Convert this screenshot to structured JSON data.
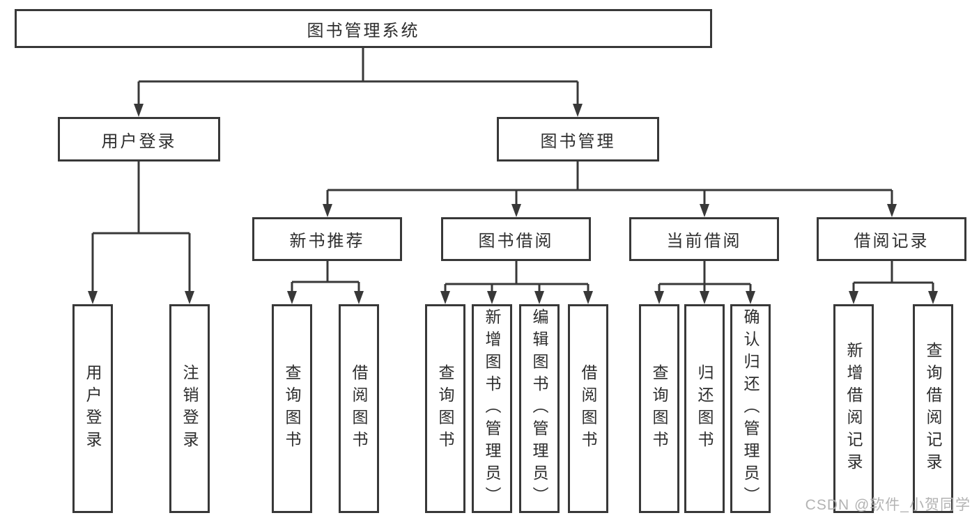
{
  "watermark": "CSDN @软件_小贺同学",
  "colors": {
    "line": "#383838",
    "box_border": "#383838",
    "text": "#2d2d2d",
    "watermark": "#afafaf",
    "background": "#ffffff"
  },
  "nodes": {
    "root": {
      "label": "图书管理系统"
    },
    "user_login": {
      "label": "用户登录"
    },
    "book_management": {
      "label": "图书管理"
    },
    "leaf_login": {
      "label": "用户登录"
    },
    "leaf_logout": {
      "label": "注销登录"
    },
    "new_book_recommend": {
      "label": "新书推荐"
    },
    "book_borrow": {
      "label": "图书借阅"
    },
    "current_borrow": {
      "label": "当前借阅"
    },
    "borrow_records": {
      "label": "借阅记录"
    },
    "nb_query_books": {
      "label": "查询图书"
    },
    "nb_borrow_books": {
      "label": "借阅图书"
    },
    "bb_query_books": {
      "label": "查询图书"
    },
    "bb_add_books": {
      "label": "新增图书（管理员）"
    },
    "bb_edit_books": {
      "label": "编辑图书（管理员）"
    },
    "bb_borrow_books": {
      "label": "借阅图书"
    },
    "cb_query_books": {
      "label": "查询图书"
    },
    "cb_return_books": {
      "label": "归还图书"
    },
    "cb_confirm_return": {
      "label": "确认归还（管理员）"
    },
    "br_add_record": {
      "label": "新增借阅记录"
    },
    "br_query_record": {
      "label": "查询借阅记录"
    }
  },
  "hierarchy": {
    "图书管理系统": {
      "用户登录": [
        "用户登录",
        "注销登录"
      ],
      "图书管理": {
        "新书推荐": [
          "查询图书",
          "借阅图书"
        ],
        "图书借阅": [
          "查询图书",
          "新增图书（管理员）",
          "编辑图书（管理员）",
          "借阅图书"
        ],
        "当前借阅": [
          "查询图书",
          "归还图书",
          "确认归还（管理员）"
        ],
        "借阅记录": [
          "新增借阅记录",
          "查询借阅记录"
        ]
      }
    }
  }
}
